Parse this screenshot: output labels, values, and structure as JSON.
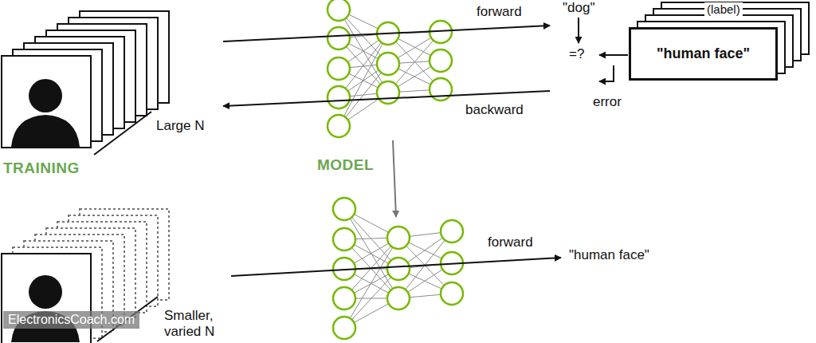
{
  "diagram": {
    "nodes": [
      {
        "text": [
          "(label)",
          "\"human face\""
        ]
      }
    ],
    "labels": [
      "forward",
      "\"dog\"",
      "=?",
      "error",
      "backward",
      "Large N",
      "TRAINING",
      "MODEL",
      "forward",
      "\"human face\"",
      "Smaller, varied N",
      "ElectronicsCoach.com"
    ]
  }
}
